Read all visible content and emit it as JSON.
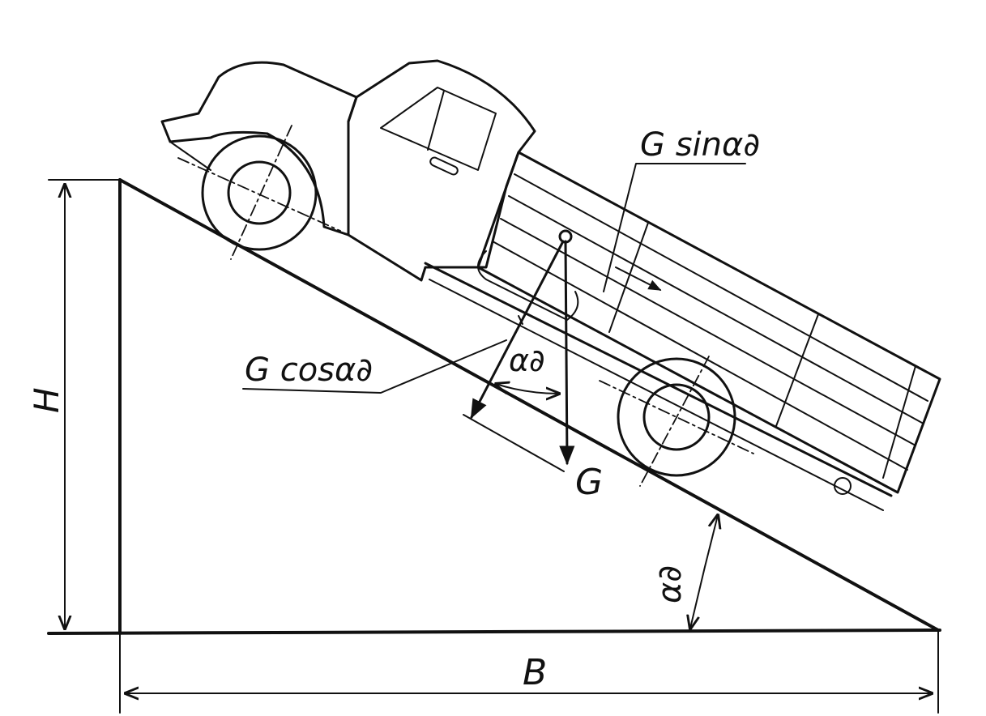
{
  "labels": {
    "g_sin": "G sinα∂",
    "g_cos": "G cosα∂",
    "alpha_vec": "α∂",
    "weight": "G",
    "alpha_slope": "α∂",
    "height": "H",
    "base": "B"
  },
  "colors": {
    "ink": "#111111",
    "paper": "#ffffff"
  }
}
